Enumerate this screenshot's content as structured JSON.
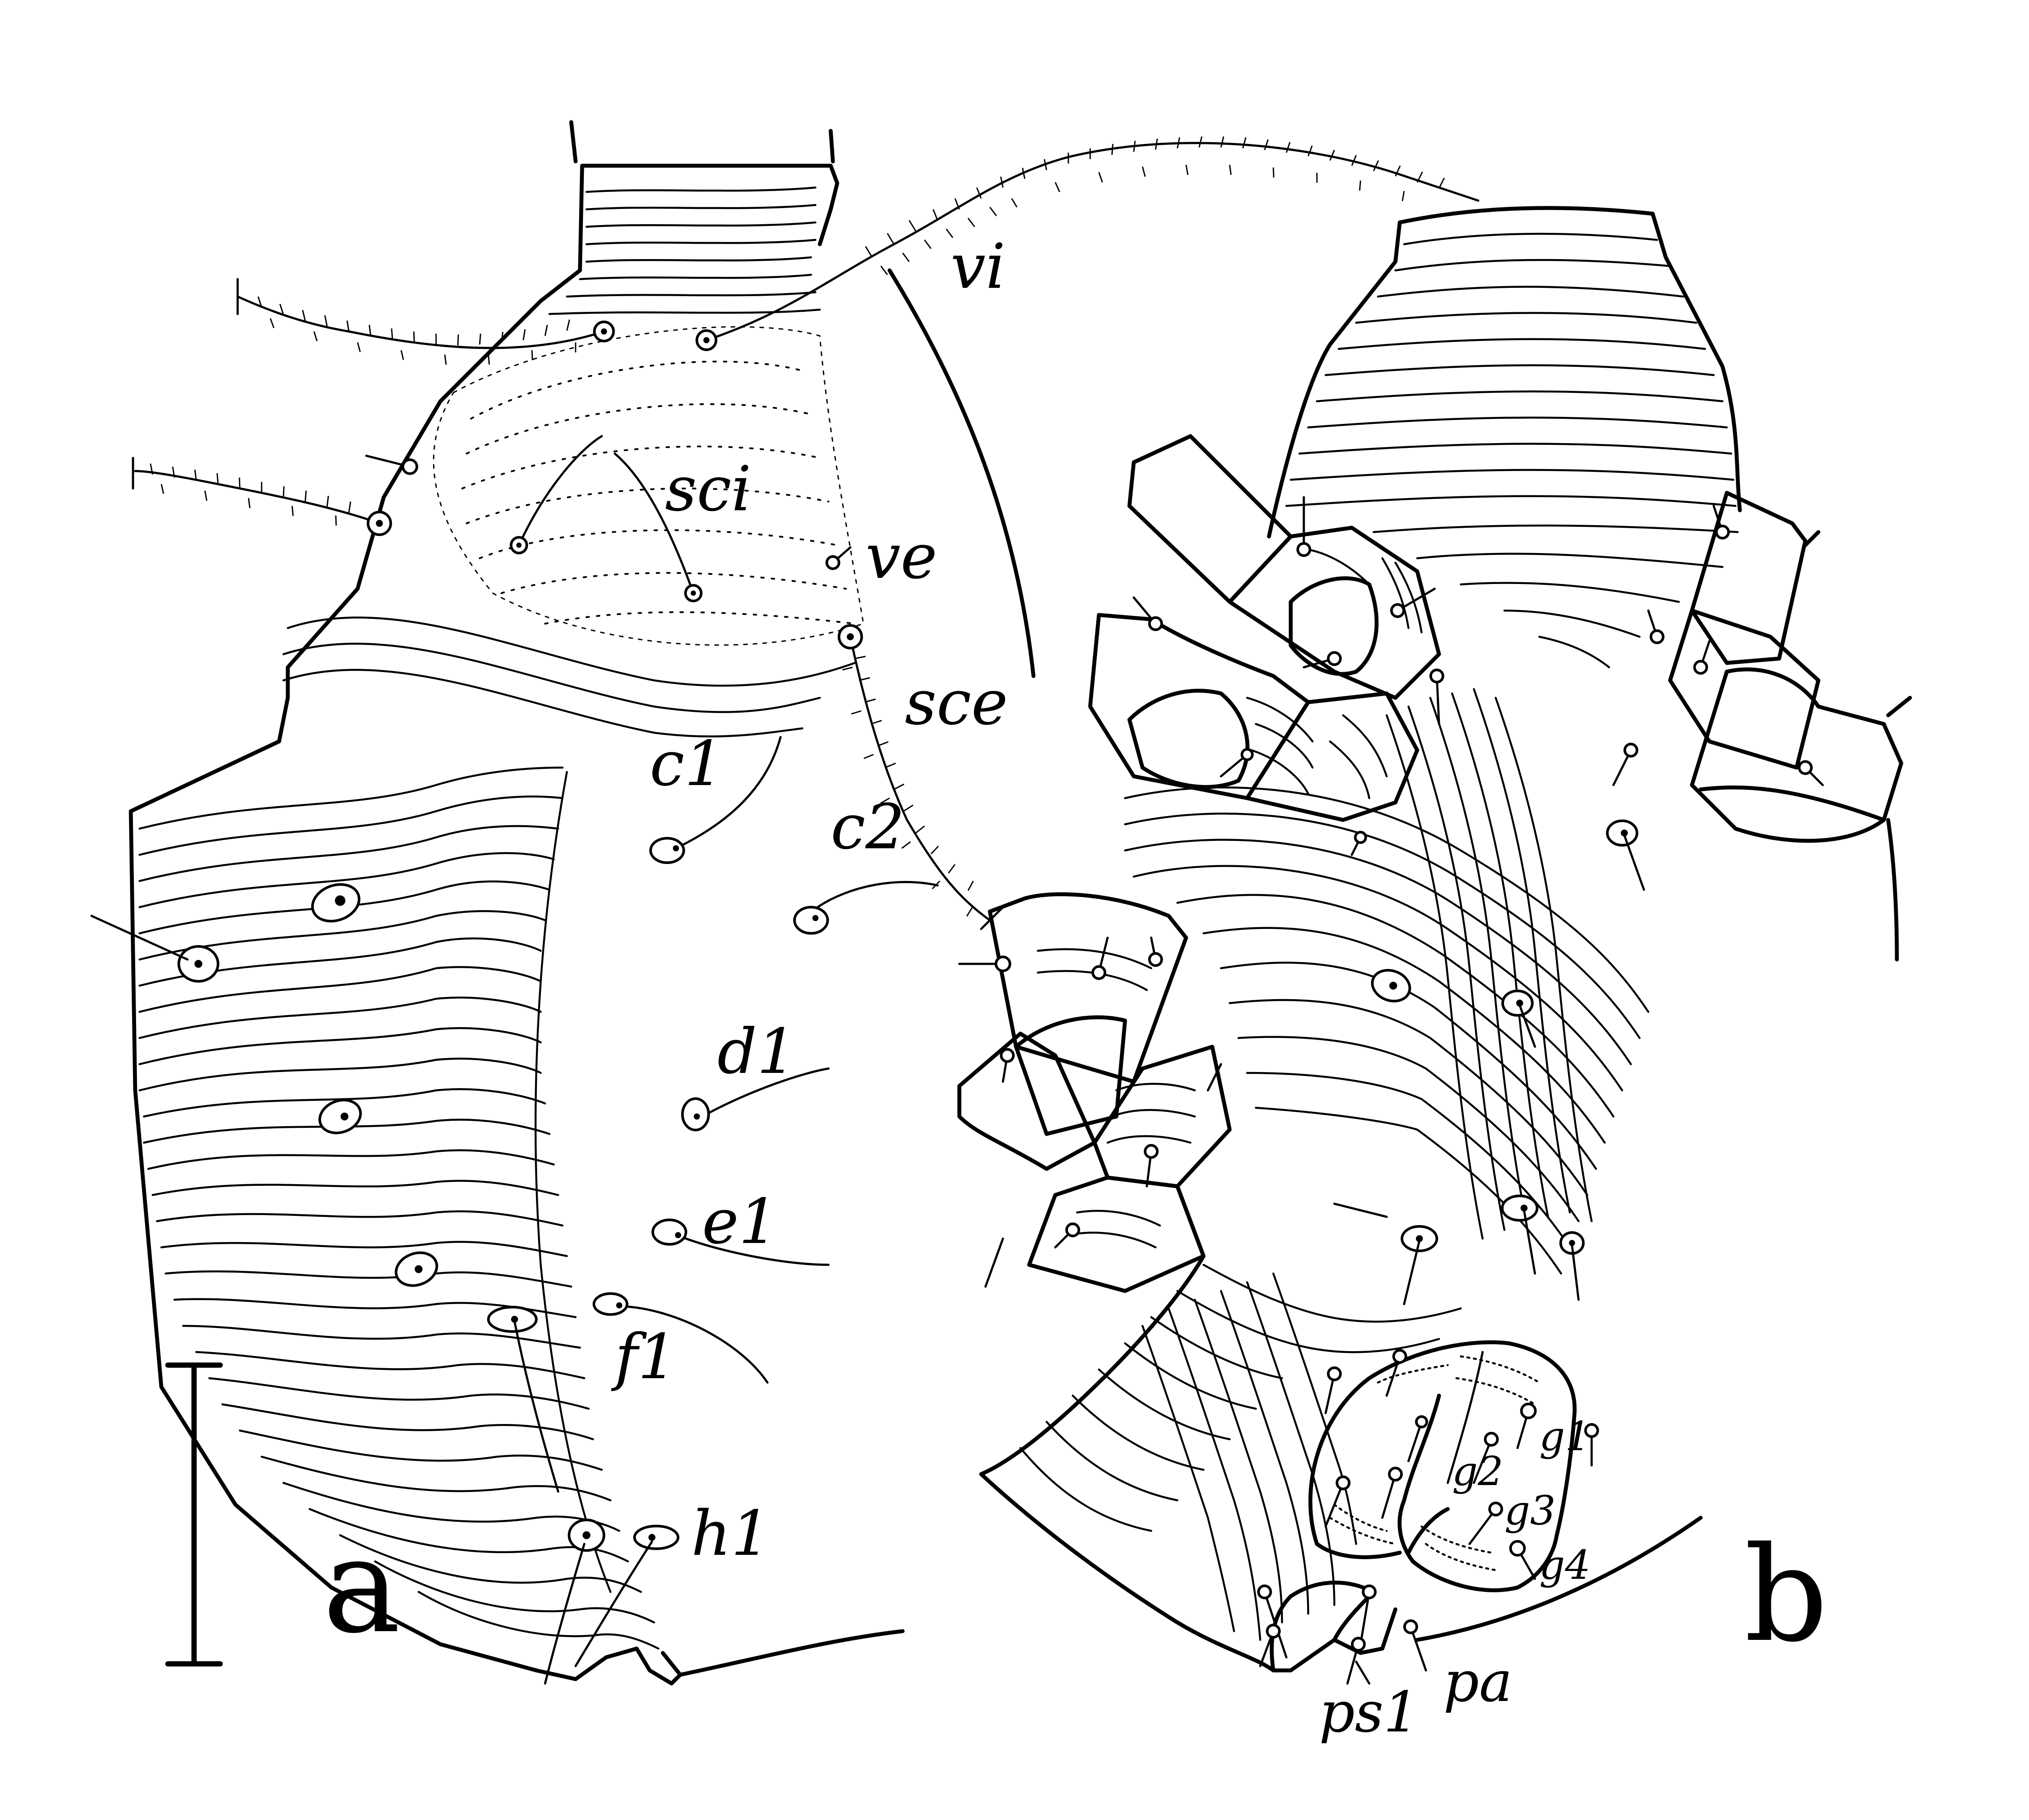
{
  "panels": [
    {
      "id": "a",
      "letter": "a",
      "setae_labels": [
        "vi",
        "sci",
        "ve",
        "sce",
        "c1",
        "c2",
        "d1",
        "e1",
        "f1",
        "h1"
      ]
    },
    {
      "id": "b",
      "letter": "b",
      "setae_labels": [
        "g1",
        "g2",
        "g3",
        "g4",
        "ps1",
        "pa"
      ]
    }
  ],
  "colors": {
    "ink": "#000000",
    "paper": "#ffffff"
  }
}
